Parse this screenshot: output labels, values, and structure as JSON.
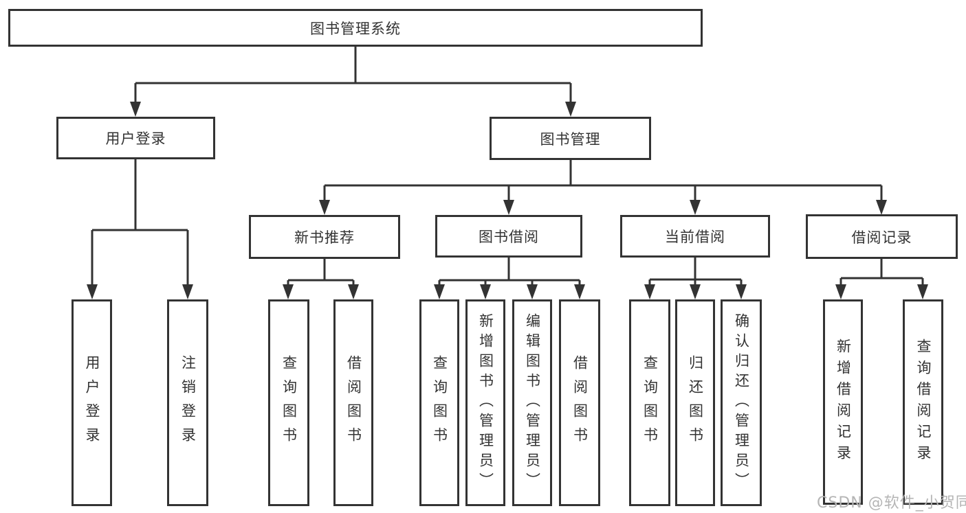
{
  "diagram": {
    "background": "#ffffff",
    "line_color": "#333333",
    "text_color": "#333333",
    "watermark_color": "#b5b5b5",
    "tree": {
      "label": "图书管理系统",
      "children": [
        {
          "label": "用户登录",
          "children": [
            {
              "label": "用户登录"
            },
            {
              "label": "注销登录"
            }
          ]
        },
        {
          "label": "图书管理",
          "children": [
            {
              "label": "新书推荐",
              "children": [
                {
                  "label": "查询图书"
                },
                {
                  "label": "借阅图书"
                }
              ]
            },
            {
              "label": "图书借阅",
              "children": [
                {
                  "label": "查询图书"
                },
                {
                  "label": "新增图书（管理员）"
                },
                {
                  "label": "编辑图书（管理员）"
                },
                {
                  "label": "借阅图书"
                }
              ]
            },
            {
              "label": "当前借阅",
              "children": [
                {
                  "label": "查询图书"
                },
                {
                  "label": "归还图书"
                },
                {
                  "label": "确认归还（管理员）"
                }
              ]
            },
            {
              "label": "借阅记录",
              "children": [
                {
                  "label": "新增借阅记录"
                },
                {
                  "label": "查询借阅记录"
                }
              ]
            }
          ]
        }
      ]
    },
    "watermark": "CSDN @软件_小贺同学"
  }
}
